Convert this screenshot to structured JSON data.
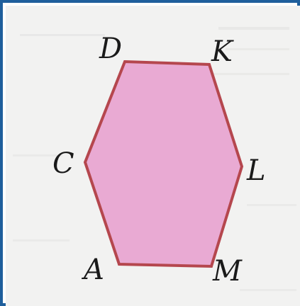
{
  "diagram": {
    "vertices": {
      "D": "D",
      "K": "K",
      "C": "C",
      "L": "L",
      "A": "A",
      "M": "M"
    },
    "colors": {
      "fill": "#e9aad3",
      "stroke": "#b5474e",
      "frame": "#1f5f9c"
    }
  }
}
